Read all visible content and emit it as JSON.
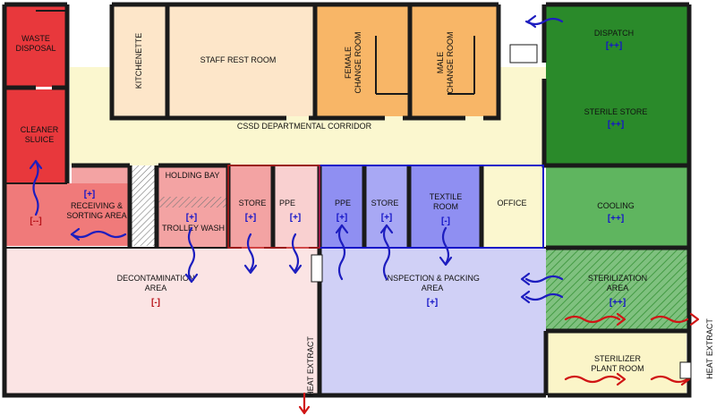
{
  "rooms": {
    "waste_disposal": "WASTE\nDISPOSAL",
    "cleaner_sluice": "CLEANER\nSLUICE",
    "receiving_sorting": "RECEIVING &\nSORTING AREA",
    "kitchenette": "KITCHENETTE",
    "staff_rest_room": "STAFF REST ROOM",
    "female_change_room": "FEMALE\nCHANGE ROOM",
    "male_change_room": "MALE\nCHANGE ROOM",
    "corridor": "CSSD DEPARTMENTAL CORRIDOR",
    "dispatch": "DISPATCH",
    "sterile_store": "STERILE STORE",
    "holding_bay": "HOLDING BAY",
    "trolley_wash": "TROLLEY WASH",
    "store_left": "STORE",
    "ppe_left": "PPE",
    "ppe_right": "PPE",
    "store_right": "STORE",
    "textile_room": "TEXTILE\nROOM",
    "office": "OFFICE",
    "cooling": "COOLING",
    "decontamination": "DECONTAMINATION\nAREA",
    "inspection_packing": "INSPECTION & PACKING\nAREA",
    "sterilization": "STERILIZATION\nAREA",
    "sterilizer_plant_room": "STERILIZER\nPLANT ROOM",
    "heat_extract_left": "HEAT EXTRACT",
    "heat_extract_right": "HEAT EXTRACT"
  },
  "pressures": {
    "cleaner": "[--]",
    "receiving": "[+]",
    "dispatch": "[++]",
    "sterile_store": "[++]",
    "trolley_wash": "[+]",
    "store_left": "[+]",
    "ppe_left": "[+]",
    "ppe_right": "[+]",
    "store_right": "[+]",
    "textile_room": "[-]",
    "cooling": "[++]",
    "decontamination": "[-]",
    "inspection_packing": "[+]",
    "sterilization": "[++]"
  },
  "colors": {
    "red_zone": "#e8383c",
    "pink_zone": "#f3a3a3",
    "light_pink_zone": "#f9d6d6",
    "blue_zone": "#8f8ff2",
    "light_blue_zone": "#c8c8f6",
    "dark_green_zone": "#2a8a2a",
    "green_zone": "#5fb55f",
    "yellow_zone": "#fbf5c8",
    "peach_zone": "#fbe0c1",
    "orange_zone": "#f8b667",
    "corridor": "#fbf7cf",
    "wall": "#1a1a1a",
    "blue_arrow": "#1d1dbf",
    "red_arrow": "#d01515"
  }
}
